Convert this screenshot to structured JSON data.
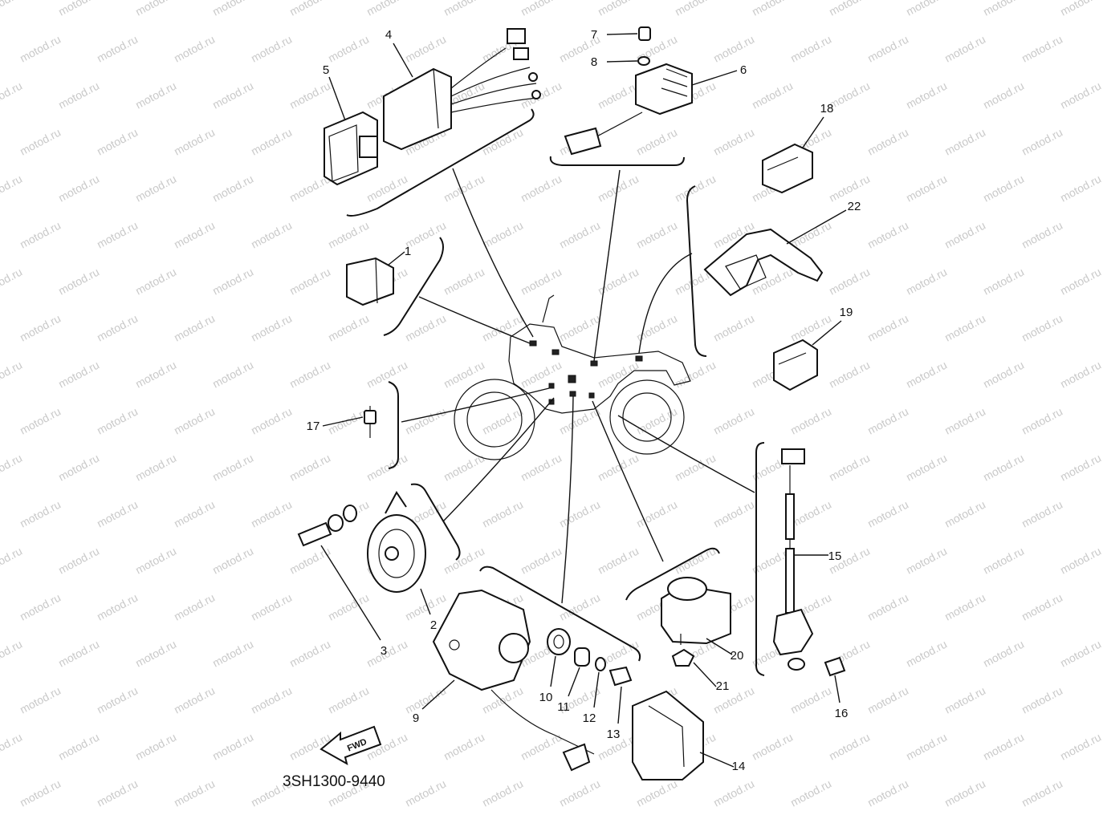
{
  "watermark": {
    "text": "motod.ru",
    "color": "#c8c8c8"
  },
  "diagram_code": "3SH1300-9440",
  "direction_arrow": {
    "label": "FWD"
  },
  "parts": [
    {
      "id": "p1",
      "label": "1",
      "icon": "relay-icon"
    },
    {
      "id": "p2",
      "label": "2",
      "icon": "horn-icon"
    },
    {
      "id": "p3",
      "label": "3",
      "icon": "bolt-icon"
    },
    {
      "id": "p4",
      "label": "4",
      "icon": "cdi-unit-icon"
    },
    {
      "id": "p5",
      "label": "5",
      "icon": "rectifier-icon"
    },
    {
      "id": "p6",
      "label": "6",
      "icon": "regulator-icon"
    },
    {
      "id": "p7",
      "label": "7",
      "icon": "screw-icon"
    },
    {
      "id": "p8",
      "label": "8",
      "icon": "washer-icon"
    },
    {
      "id": "p9",
      "label": "9",
      "icon": "sensor-unit-icon"
    },
    {
      "id": "p10",
      "label": "10",
      "icon": "grommet-icon"
    },
    {
      "id": "p11",
      "label": "11",
      "icon": "collar-icon"
    },
    {
      "id": "p12",
      "label": "12",
      "icon": "washer-icon"
    },
    {
      "id": "p13",
      "label": "13",
      "icon": "bolt-icon"
    },
    {
      "id": "p14",
      "label": "14",
      "icon": "cover-icon"
    },
    {
      "id": "p15",
      "label": "15",
      "icon": "switch-lead-icon"
    },
    {
      "id": "p16",
      "label": "16",
      "icon": "bolt-icon"
    },
    {
      "id": "p17",
      "label": "17",
      "icon": "switch-sensor-icon"
    },
    {
      "id": "p18",
      "label": "18",
      "icon": "relay-icon"
    },
    {
      "id": "p19",
      "label": "19",
      "icon": "relay-icon"
    },
    {
      "id": "p20",
      "label": "20",
      "icon": "buzzer-icon"
    },
    {
      "id": "p21",
      "label": "21",
      "icon": "nut-icon"
    },
    {
      "id": "p22",
      "label": "22",
      "icon": "bracket-icon"
    }
  ]
}
